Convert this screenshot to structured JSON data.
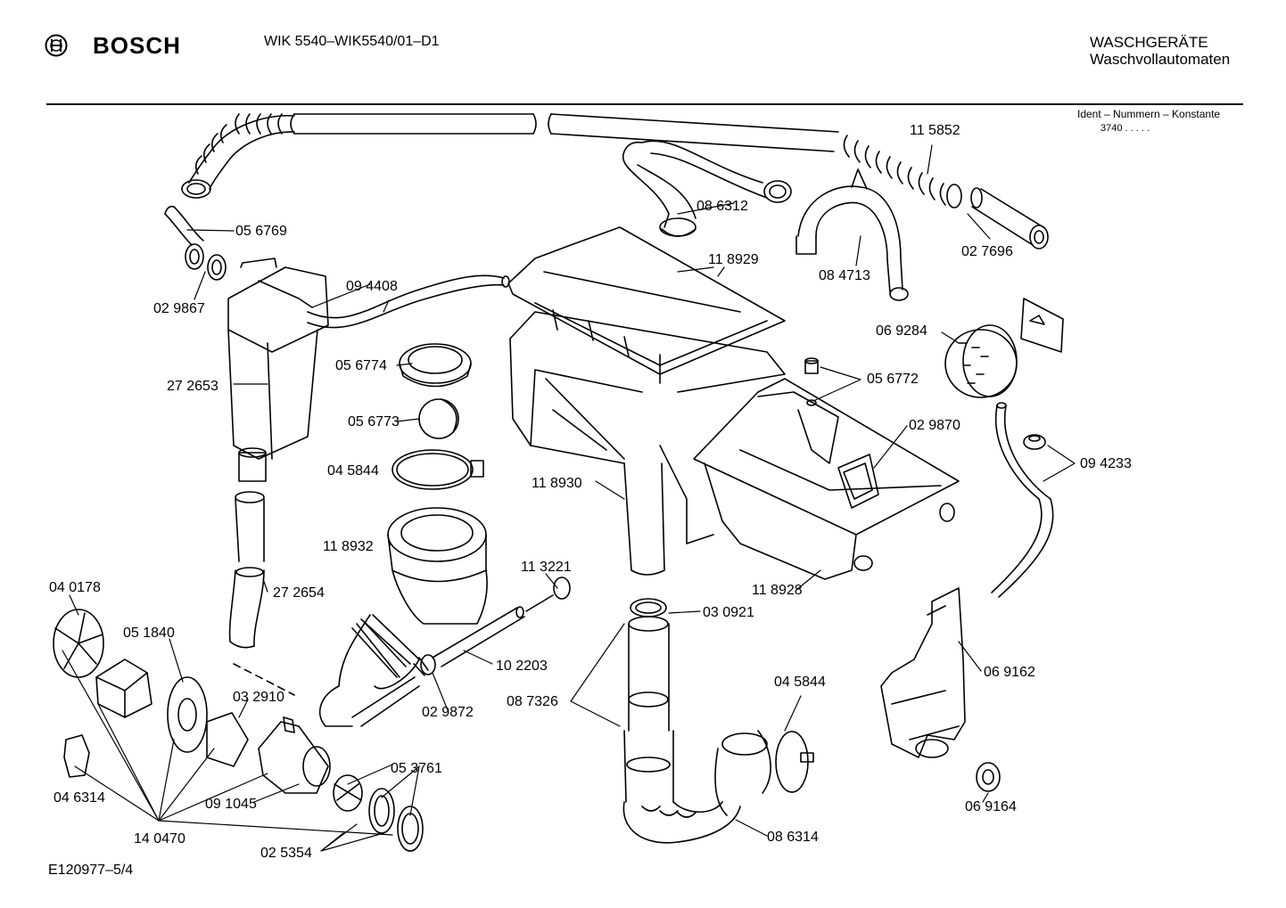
{
  "header": {
    "brand": "BOSCH",
    "model": "WIK 5540–WIK5540/01–D1",
    "category_line1": "WASCHGERÄTE",
    "category_line2": "Waschvollautomaten",
    "ident_label": "Ident – Nummern – Konstante",
    "ident_value": "3740  .  .  .  .  ."
  },
  "footer": {
    "drawing_number": "E120977–5/4"
  },
  "parts": {
    "p115852": "11 5852",
    "p086312": "08 6312",
    "p084713": "08 4713",
    "p027696": "02 7696",
    "p056769": "05 6769",
    "p029867": "02 9867",
    "p094408": "09 4408",
    "p118929": "11 8929",
    "p069284": "06 9284",
    "p272653": "27 2653",
    "p056774": "05 6774",
    "p056772": "05 6772",
    "p056773": "05 6773",
    "p029870": "02 9870",
    "p045844a": "04 5844",
    "p118930": "11 8930",
    "p094233": "09 4233",
    "p118932": "11 8932",
    "p113221": "11 3221",
    "p040178": "04 0178",
    "p272654": "27 2654",
    "p118928": "11 8928",
    "p051840": "05 1840",
    "p030921": "03 0921",
    "p102203": "10 2203",
    "p069162": "06 9162",
    "p032910": "03 2910",
    "p087326": "08 7326",
    "p029872": "02 9872",
    "p045844b": "04 5844",
    "p046314": "04 6314",
    "p053761": "05 3761",
    "p091045": "09 1045",
    "p069164": "06 9164",
    "p086314": "08 6314",
    "p140470": "14 0470",
    "p025354": "02 5354"
  }
}
